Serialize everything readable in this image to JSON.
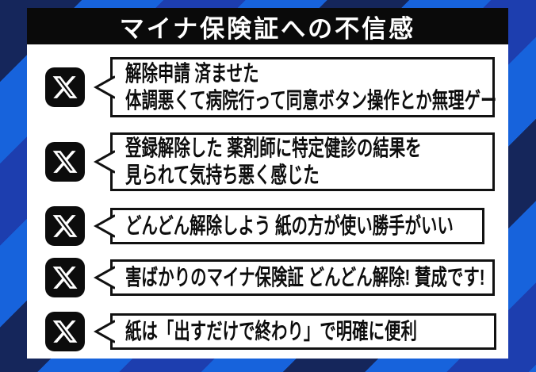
{
  "title": "マイナ保険証への不信感",
  "source_icon": "x-logo",
  "colors": {
    "stripe_navy": "#15265B",
    "stripe_bright_blue": "#1763DC",
    "stripe_royal_blue": "#1D3EAF",
    "banner_bg": "#0a0a0a",
    "banner_text": "#ffffff",
    "panel_bg": "#ffffff",
    "bubble_border": "#111111",
    "text": "#0d0d0d"
  },
  "tweets": [
    {
      "lines": [
        "解除申請 済ませた",
        "体調悪くて病院行って同意ボタン操作とか無理ゲー"
      ]
    },
    {
      "lines": [
        "登録解除した 薬剤師に特定健診の結果を",
        "見られて気持ち悪く感じた"
      ]
    },
    {
      "lines": [
        "どんどん解除しよう 紙の方が使い勝手がいい"
      ]
    },
    {
      "lines": [
        "害ばかりのマイナ保険証 どんどん解除! 賛成です!"
      ]
    },
    {
      "lines": [
        "紙は「出すだけで終わり」で明確に便利"
      ]
    }
  ]
}
